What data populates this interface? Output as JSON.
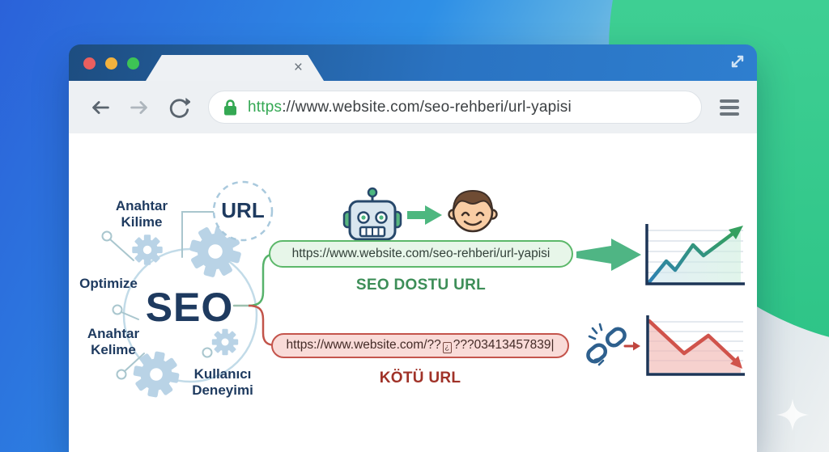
{
  "browser": {
    "tab_close": "×",
    "address": {
      "protocol": "https",
      "rest": "://www.website.com/seo-rehberi/url-yapisi"
    }
  },
  "diagram": {
    "seo": "SEO",
    "url_bubble": "URL",
    "labels": {
      "anahtar_kilime": "Anahtar\nKilime",
      "optimize": "Optimize",
      "anahtar_kelime": "Anahtar\nKelime",
      "kullanici_deneyimi": "Kullanıcı\nDeneyimi"
    },
    "good": {
      "url": "https://www.website.com/seo-rehberi/url-yapisi",
      "caption": "SEO DOSTU URL"
    },
    "bad": {
      "url_prefix": "https://www.website.com/??",
      "url_glyph": "¿",
      "url_suffix": "???03413457839",
      "cursor": "|",
      "caption": "KÖTÜ URL"
    }
  },
  "colors": {
    "good_green": "#5cb86a",
    "bad_red": "#c4544c",
    "navy": "#1e3a5f",
    "chrome_blue": "#2a73c2",
    "bg_green": "#2ec487",
    "lock_green": "#34a853",
    "traffic_red": "#ea5f5f",
    "traffic_yellow": "#f2b23e",
    "traffic_green": "#3dc455"
  }
}
